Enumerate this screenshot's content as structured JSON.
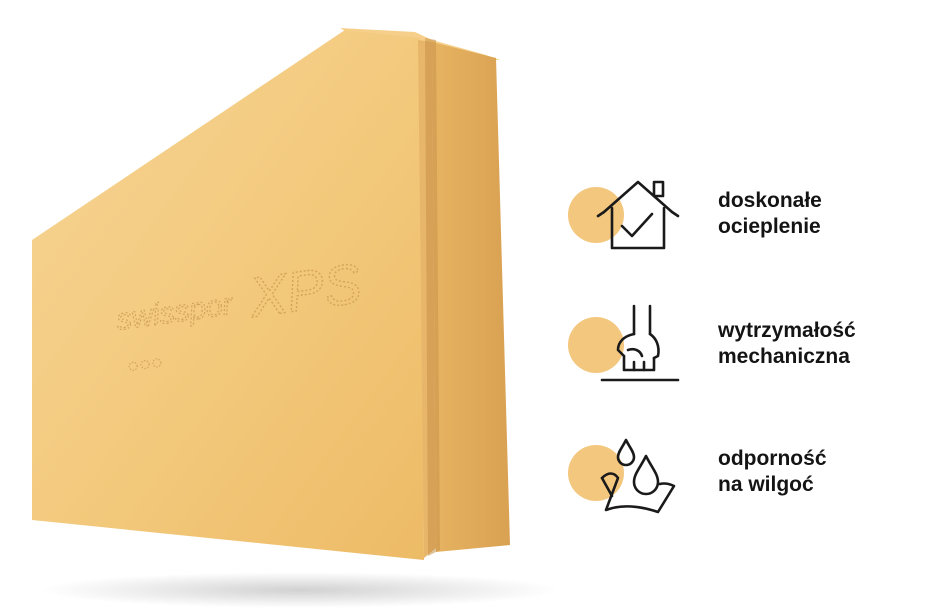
{
  "product": {
    "brand": "swisspor",
    "model": "XPS",
    "colors": {
      "front": "#F2C779",
      "front_light": "#F7D595",
      "side": "#E2AC58",
      "top": "#F6D08A",
      "emboss": "#D4A45C"
    }
  },
  "colors": {
    "accent_circle": "#F3C77E",
    "icon_stroke": "#1A1A1A",
    "text": "#141414"
  },
  "features": [
    {
      "icon": "house-check-icon",
      "line1": "doskonałe",
      "line2": "ocieplenie"
    },
    {
      "icon": "hand-press-icon",
      "line1": "wytrzymałość",
      "line2": "mechaniczna"
    },
    {
      "icon": "water-drops-icon",
      "line1": "odporność",
      "line2": "na wilgoć"
    }
  ]
}
